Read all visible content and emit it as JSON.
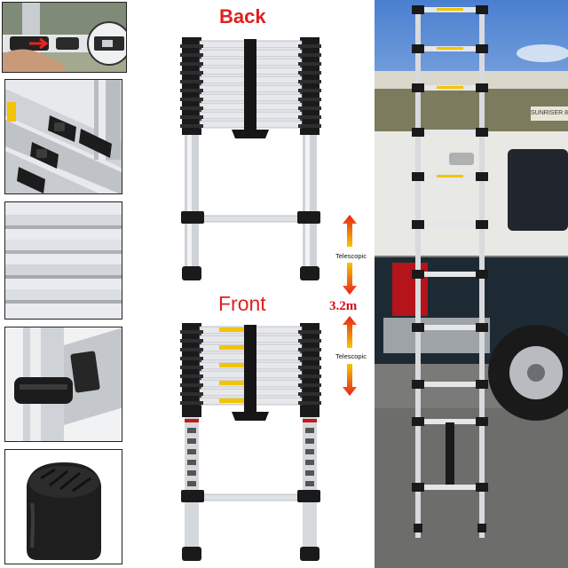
{
  "labels": {
    "back": "Back",
    "front": "Front",
    "height": "3.2m",
    "telescopic_upper": "Telescopic",
    "telescopic_lower": "Telescopic"
  },
  "truck_camper": {
    "brand_sign": "SUNRISER 8"
  },
  "colors": {
    "label_red": "#e02020",
    "arrow_red": "#e8241c",
    "arrow_yellow": "#f6c500",
    "aluminium": "#d4d6d9",
    "cap_black": "#1a1a1a",
    "warning_yellow": "#f5c400"
  },
  "icons": [
    "hand-press-photo",
    "lock-hinge-photo",
    "rung-profile-photo",
    "strap-clip-photo",
    "rubber-foot-photo",
    "extended-ladder-truck-photo"
  ]
}
